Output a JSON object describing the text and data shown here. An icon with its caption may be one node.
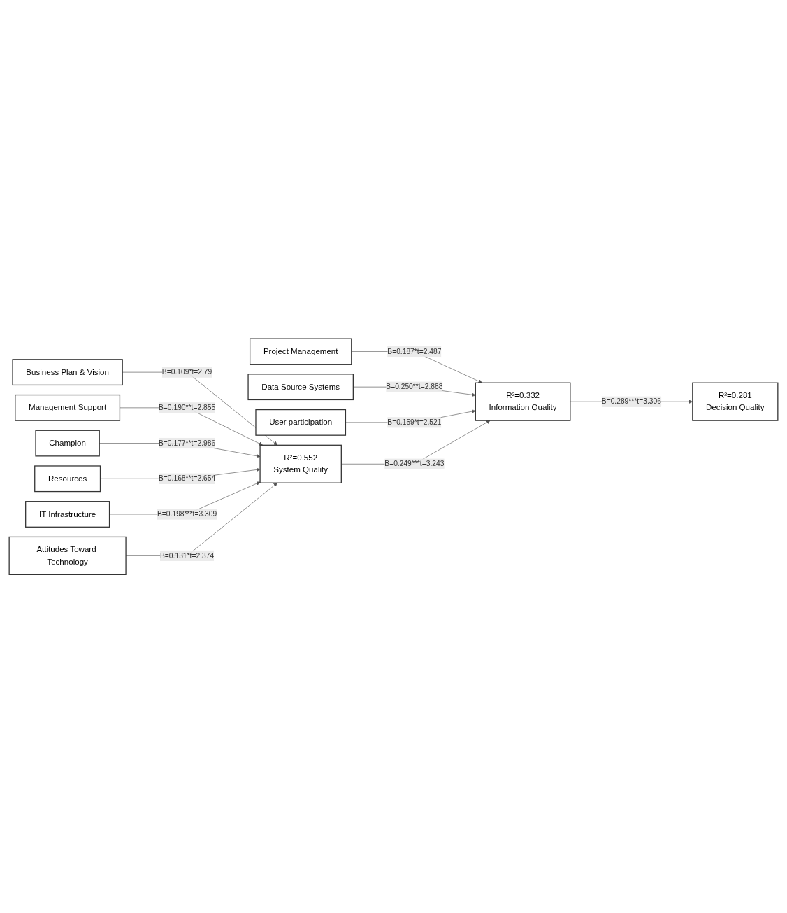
{
  "diagram": {
    "nodes": [
      {
        "text": [
          "Business Plan & Vision"
        ]
      },
      {
        "text": [
          "Management Support"
        ]
      },
      {
        "text": [
          "Champion"
        ]
      },
      {
        "text": [
          "Resources"
        ]
      },
      {
        "text": [
          "Project Management"
        ]
      },
      {
        "text": [
          "Data Source Systems"
        ]
      },
      {
        "text": [
          "IT Infrastructure"
        ]
      },
      {
        "text": [
          "Attitudes Toward Technology"
        ]
      },
      {
        "text": [
          "User participation"
        ]
      },
      {
        "text": [
          "R²=0.552",
          "System Quality"
        ]
      },
      {
        "text": [
          "R²=0.332",
          "Information Quality"
        ]
      },
      {
        "text": [
          "R²=0.281",
          "Decision Quality"
        ]
      }
    ],
    "edges": [
      {
        "from": 0,
        "to": 9,
        "arrow": "to",
        "label": "B=0.109*t=2.79"
      },
      {
        "from": 1,
        "to": 9,
        "arrow": "to",
        "label": "B=0.190**t=2.855"
      },
      {
        "from": 2,
        "to": 9,
        "arrow": "to",
        "label": "B=0.177**t=2.986"
      },
      {
        "from": 3,
        "to": 9,
        "arrow": "to",
        "label": "B=0.168**t=2.654"
      },
      {
        "from": 4,
        "to": 10,
        "arrow": "to",
        "label": "B=0.187*t=2.487"
      },
      {
        "from": 5,
        "to": 10,
        "arrow": "to",
        "label": "B=0.250**t=2.888"
      },
      {
        "from": 6,
        "to": 9,
        "arrow": "to",
        "label": "B=0.198***t=3.309"
      },
      {
        "from": 7,
        "to": 9,
        "arrow": "to",
        "label": "B=0.131*t=2.374"
      },
      {
        "from": 8,
        "to": 10,
        "arrow": "to",
        "label": "B=0.159*t=2.521"
      },
      {
        "from": 9,
        "to": 10,
        "arrow": "to",
        "label": "B=0.249***t=3.243"
      },
      {
        "from": 10,
        "to": 11,
        "arrow": "to",
        "label": "B=0.289***t=3.306"
      }
    ]
  }
}
